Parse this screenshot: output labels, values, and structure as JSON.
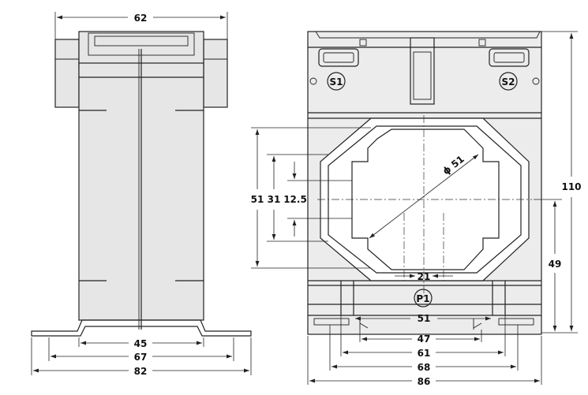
{
  "side_view": {
    "dims": {
      "top_width": "62",
      "foot_inner": "45",
      "foot_mid": "67",
      "foot_outer": "82"
    }
  },
  "front_view": {
    "terminals": {
      "s1": "S1",
      "s2": "S2",
      "p1": "P1"
    },
    "dims": {
      "height_total": "110",
      "height_axis": "49",
      "window_outer": "51",
      "window_mid": "31",
      "window_slot": "12.5",
      "diameter": "ϕ 51",
      "slot_width": "21",
      "bar_width": "51",
      "foot_47": "47",
      "foot_61": "61",
      "foot_68": "68",
      "width_total": "86"
    }
  }
}
